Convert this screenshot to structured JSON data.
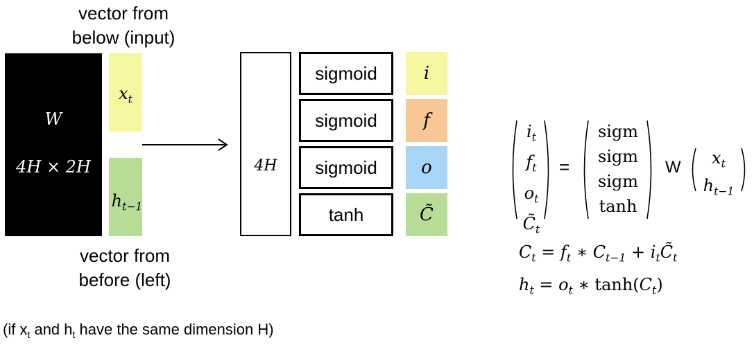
{
  "labels": {
    "input_line1": "vector from",
    "input_line2": "below (input)",
    "left_line1": "vector from",
    "left_line2": "before (left)",
    "footnote_a": "(if x",
    "footnote_sub1": "t",
    "footnote_b": " and h",
    "footnote_sub2": "t",
    "footnote_c": " have the same dimension H)"
  },
  "matrix": {
    "name": "W",
    "dims": "4H × 2H"
  },
  "input_vectors": {
    "x_base": "x",
    "x_sub": "t",
    "h_base": "h",
    "h_sub": "t−1"
  },
  "stack_box": "4H",
  "gates": [
    {
      "fn": "sigmoid",
      "out": "i",
      "color": "#f8f7a1"
    },
    {
      "fn": "sigmoid",
      "out": "f",
      "color": "#f8c796"
    },
    {
      "fn": "sigmoid",
      "out": "o",
      "color": "#a8d6f8"
    },
    {
      "fn": "tanh",
      "out": "C̃",
      "color": "#b8dd97"
    }
  ],
  "colors": {
    "x_vector": "#f8f7a1",
    "h_vector": "#b8dd97"
  },
  "equations": {
    "lhs": [
      "i_t",
      "f_t",
      "o_t",
      "C̃_t"
    ],
    "fns": [
      "sigm",
      "sigm",
      "sigm",
      "tanh"
    ],
    "W": "W",
    "rhs": [
      "x_t",
      "h_t−1"
    ],
    "eq_c_lhs": "C",
    "eq_c_sub": "t",
    "eq_c_rhs": "= f_t ∗ C_t−1 + i_t C̃_t",
    "eq_h_lhs": "h",
    "eq_h_sub": "t",
    "eq_h_rhs": "= o_t ∗ tanh(C_t)"
  }
}
